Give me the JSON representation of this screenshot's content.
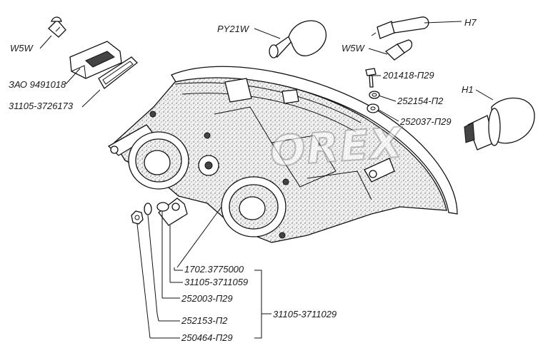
{
  "labels": {
    "w5w_left": "W5W",
    "zao": "ЗАО 9491018",
    "gasket": "31105-3726173",
    "py21w": "PY21W",
    "h7": "H7",
    "w5w_right": "W5W",
    "screw": "201418-П29",
    "washer_spring": "252154-П2",
    "washer_flat": "252037-П29",
    "h1": "H1",
    "actuator": "1702.3775000",
    "bracket": "31105-3711059",
    "washer_a": "252003-П29",
    "washer_b": "252153-П2",
    "nut": "250464-П29",
    "assembly": "31105-3711029"
  },
  "watermark": "OREX"
}
